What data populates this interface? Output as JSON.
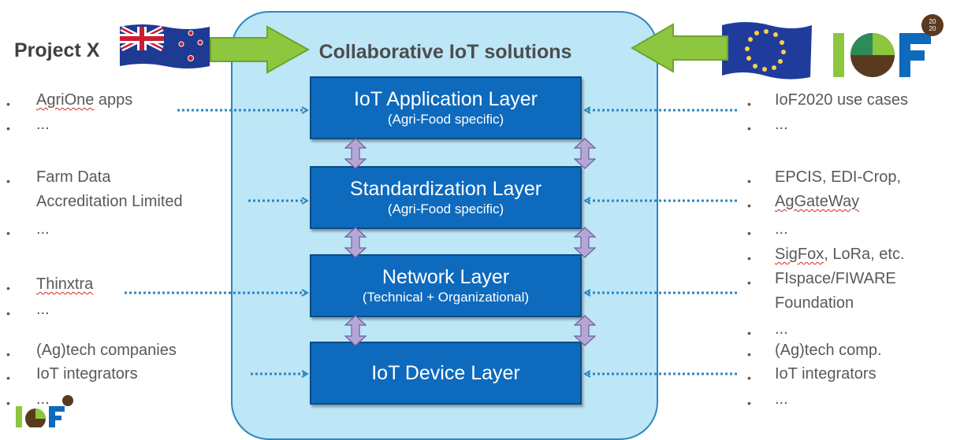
{
  "diagram": {
    "center_title": "Collaborative IoT solutions",
    "left_title": "Project X",
    "logo_text": "IoF",
    "logo_badge": "20 20",
    "layers": [
      {
        "main": "IoT Application Layer",
        "sub": "(Agri-Food specific)"
      },
      {
        "main": "Standardization Layer",
        "sub": "(Agri-Food specific)"
      },
      {
        "main": "Network Layer",
        "sub": "(Technical + Organizational)"
      },
      {
        "main": "IoT Device Layer",
        "sub": ""
      }
    ],
    "left_items": [
      {
        "text": "AgriOne",
        "extra": " apps"
      },
      {
        "text": "..."
      },
      {
        "text": "Farm Data"
      },
      {
        "text": "Accreditation Limited"
      },
      {
        "text": "..."
      },
      {
        "text": "Thinxtra"
      },
      {
        "text": "..."
      },
      {
        "text": "(Ag)tech companies"
      },
      {
        "text": "IoT integrators"
      },
      {
        "text": "..."
      }
    ],
    "right_items": [
      {
        "text": "IoF2020 use cases"
      },
      {
        "text": "..."
      },
      {
        "text": "EPCIS, EDI-Crop,"
      },
      {
        "text": "AgGateWay"
      },
      {
        "text": "..."
      },
      {
        "text": "SigFox",
        "extra": ", LoRa, etc."
      },
      {
        "text": "FIspace/FIWARE"
      },
      {
        "text": "Foundation"
      },
      {
        "text": "..."
      },
      {
        "text": "(Ag)tech comp."
      },
      {
        "text": "IoT integrators"
      },
      {
        "text": "..."
      }
    ],
    "colors": {
      "panel": "#bde6f6",
      "layer": "#0e6abd",
      "connector": "#b4a7d6",
      "arrow_green": "#8dc63f",
      "dotted": "#2e86c1"
    }
  }
}
